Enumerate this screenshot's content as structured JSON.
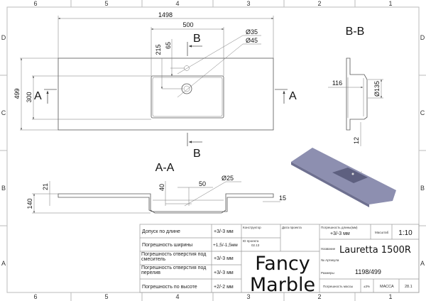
{
  "grid": {
    "columns": [
      "6",
      "5",
      "4",
      "3",
      "2",
      "1"
    ],
    "rows": [
      "D",
      "C",
      "B",
      "A"
    ]
  },
  "top_view": {
    "dim_length": "1498",
    "dim_basin_width": "500",
    "dim_215": "215",
    "dim_65": "65",
    "hole_small": "Ø35",
    "hole_large": "Ø45",
    "dim_depth": "499",
    "dim_basin_depth": "300",
    "section_a": "A",
    "section_b": "B"
  },
  "section_bb": {
    "title": "B-B",
    "dim_116": "116",
    "dim_135": "Ø135",
    "dim_12": "12"
  },
  "section_aa": {
    "title": "A-A",
    "dim_21": "21",
    "dim_140": "140",
    "dim_40": "40",
    "dim_50": "50",
    "dim_25": "Ø25",
    "dim_15": "15"
  },
  "title_block": {
    "tolerances": [
      {
        "label": "Допуск по длине",
        "value": "+3/-3 мм"
      },
      {
        "label": "Погрешность ширины",
        "value": "+1,5/-1,5мм"
      },
      {
        "label": "Погрешность отверстия под смеситель",
        "value": "+3/-3 мм"
      },
      {
        "label": "Погрешность отверстия под перелив",
        "value": "+3/-3 мм"
      },
      {
        "label": "Погрешность по высоте",
        "value": "+2/-2 мм"
      }
    ],
    "constructor_label": "Конструктор",
    "date_label": "Дата проекта",
    "project_id_label": "ID проекта",
    "project_id": "02.13",
    "brand_line1": "Fancy",
    "brand_line2": "Marble",
    "length_tol_label": "Погрешность длины(мм)",
    "length_tol_value": "+3/-3 мм",
    "scale_label": "Масштаб",
    "scale_value": "1:10",
    "name_label": "Название",
    "name_value": "Lauretta 1500R",
    "article_label": "№ Артикула",
    "size_label": "Размеры",
    "size_value": "1198/499",
    "mass_tol_label": "Погрешность массы",
    "mass_tol_value": "±3%",
    "mass_label": "МАССА",
    "mass_value": "28.1"
  }
}
